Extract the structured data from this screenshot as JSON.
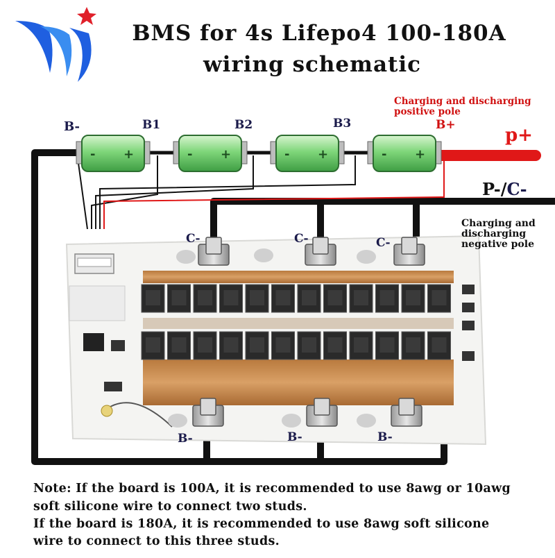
{
  "title": {
    "line1": "BMS for 4s Lifepo4 100-180A",
    "line2": "wiring schematic"
  },
  "labels": {
    "b_minus": "B-",
    "b1": "B1",
    "b2": "B2",
    "b3": "B3",
    "b_plus": "B+",
    "pos_note_1": "Charging and discharging",
    "pos_note_2": "positive pole",
    "p_plus": "p+",
    "p_minus_prefix": "P-/",
    "c_minus_big": "C-",
    "neg_note_1": "Charging and",
    "neg_note_2": "discharging",
    "neg_note_3": "negative pole",
    "c_stud": "C-",
    "b_stud": "B-"
  },
  "cell_polarity": {
    "minus": "-",
    "plus": "+"
  },
  "notes": [
    "Note: If the board is 100A, it is recommended to use 8awg or 10awg",
    "soft silicone wire to connect two studs.",
    "If the board is 180A, it is recommended to use 8awg soft silicone",
    "wire to connect to this three studs."
  ],
  "colors": {
    "wire_black": "#111111",
    "wire_red": "#e01818",
    "cell_green": "#7fd67a",
    "label_navy": "#1a1a4a",
    "label_red": "#d01010",
    "copper": "#c8884a",
    "logo_blue": "#1f5fe0",
    "logo_star": "#e0202a"
  },
  "icons": {
    "logo": "brand-logo-icon",
    "cell": "battery-cell-icon"
  }
}
